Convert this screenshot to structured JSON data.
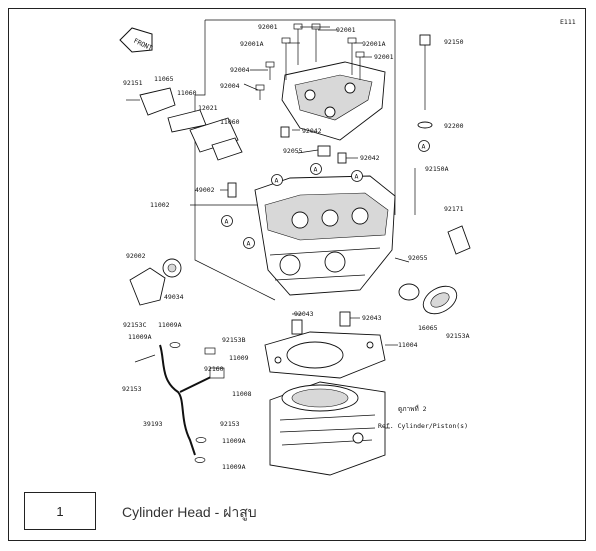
{
  "diagram": {
    "corner_code": "E111",
    "front_label": "FRONT",
    "ref_note": "Ref. Cylinder/Piston(s)",
    "ref_note_thai": "ดูภาพที่ 2",
    "parts": [
      {
        "id": "p1",
        "label": "92001"
      },
      {
        "id": "p2",
        "label": "92001"
      },
      {
        "id": "p3",
        "label": "92001A"
      },
      {
        "id": "p4",
        "label": "92001A"
      },
      {
        "id": "p5",
        "label": "92001"
      },
      {
        "id": "p6",
        "label": "92150"
      },
      {
        "id": "p7",
        "label": "92004"
      },
      {
        "id": "p8",
        "label": "92004"
      },
      {
        "id": "p9",
        "label": "92151"
      },
      {
        "id": "p10",
        "label": "11065"
      },
      {
        "id": "p11",
        "label": "11060"
      },
      {
        "id": "p12",
        "label": "12021"
      },
      {
        "id": "p13",
        "label": "11060"
      },
      {
        "id": "p14",
        "label": "92042"
      },
      {
        "id": "p15",
        "label": "92200"
      },
      {
        "id": "p16",
        "label": "92055"
      },
      {
        "id": "p17",
        "label": "92042"
      },
      {
        "id": "p18",
        "label": "92150A"
      },
      {
        "id": "p19",
        "label": "49002"
      },
      {
        "id": "p20",
        "label": "11002"
      },
      {
        "id": "p21",
        "label": "92171"
      },
      {
        "id": "p22",
        "label": "92002"
      },
      {
        "id": "p23",
        "label": "49034"
      },
      {
        "id": "p24",
        "label": "92055"
      },
      {
        "id": "p25",
        "label": "92153C"
      },
      {
        "id": "p26",
        "label": "11009A"
      },
      {
        "id": "p27",
        "label": "11009A"
      },
      {
        "id": "p28",
        "label": "92043"
      },
      {
        "id": "p29",
        "label": "92043"
      },
      {
        "id": "p30",
        "label": "16065"
      },
      {
        "id": "p31",
        "label": "92153A"
      },
      {
        "id": "p32",
        "label": "92153B"
      },
      {
        "id": "p33",
        "label": "11009"
      },
      {
        "id": "p34",
        "label": "11004"
      },
      {
        "id": "p35",
        "label": "92153"
      },
      {
        "id": "p36",
        "label": "92160"
      },
      {
        "id": "p37",
        "label": "11008"
      },
      {
        "id": "p38",
        "label": "39193"
      },
      {
        "id": "p39",
        "label": "92153"
      },
      {
        "id": "p40",
        "label": "11009A"
      },
      {
        "id": "p41",
        "label": "11009A"
      }
    ],
    "callouts": [
      "A",
      "A",
      "A",
      "A",
      "A",
      "A"
    ]
  },
  "footer": {
    "index": "1",
    "caption": "Cylinder Head - ฝาสูบ"
  }
}
